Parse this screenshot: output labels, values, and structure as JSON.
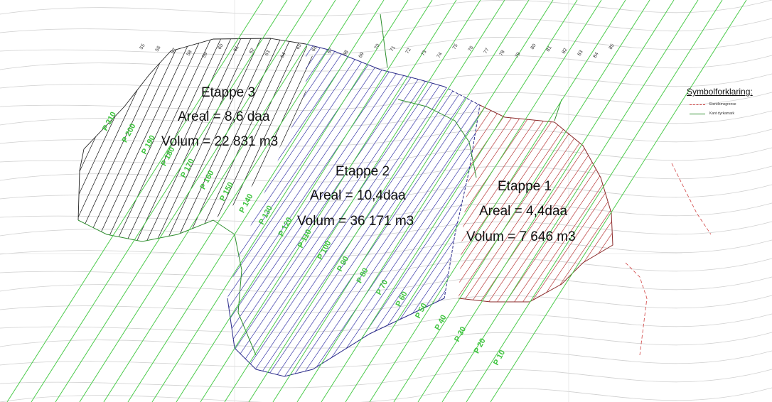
{
  "stages": [
    {
      "id": "etappe-3",
      "name": "Etappe 3",
      "area": "Areal = 8,6 daa",
      "volume": "Volum = 22 831 m3",
      "hatch_color": "#111111"
    },
    {
      "id": "etappe-2",
      "name": "Etappe 2",
      "area": "Areal = 10,4daa",
      "volume": "Volum = 36 171 m3",
      "hatch_color": "#3a3aa8"
    },
    {
      "id": "etappe-1",
      "name": "Etappe 1",
      "area": "Areal = 4,4daa",
      "volume": "Volum = 7 646 m3",
      "hatch_color": "#b83a3a"
    }
  ],
  "profiles": [
    "P 210",
    "P 200",
    "P 190",
    "P 180",
    "P 170",
    "P 160",
    "P 150",
    "P 140",
    "P 130",
    "P 120",
    "P 110",
    "P 100",
    "P 90",
    "P 80",
    "P 70",
    "P 60",
    "P 50",
    "P 40",
    "P 30",
    "P 20",
    "P 10"
  ],
  "contour_labels": [
    "55",
    "56",
    "57",
    "58",
    "59",
    "60",
    "61",
    "62",
    "63",
    "64",
    "65",
    "66",
    "67",
    "68",
    "69",
    "70",
    "71",
    "72",
    "73",
    "74",
    "75",
    "76",
    "77",
    "78",
    "79",
    "80",
    "81",
    "82",
    "83",
    "84",
    "85"
  ],
  "legend": {
    "title": "Symbolforklaring:",
    "items": [
      {
        "label": "Eiendomsgrense",
        "color": "#d04040",
        "style": "dashed"
      },
      {
        "label": "Kant dyrkamark",
        "color": "#2f8f2f",
        "style": "solid"
      }
    ]
  },
  "colors": {
    "profile_line": "#4ccb4c",
    "property_boundary": "#d04040",
    "cultivated_edge": "#2f8f2f",
    "contour": "#c8c8c8"
  }
}
